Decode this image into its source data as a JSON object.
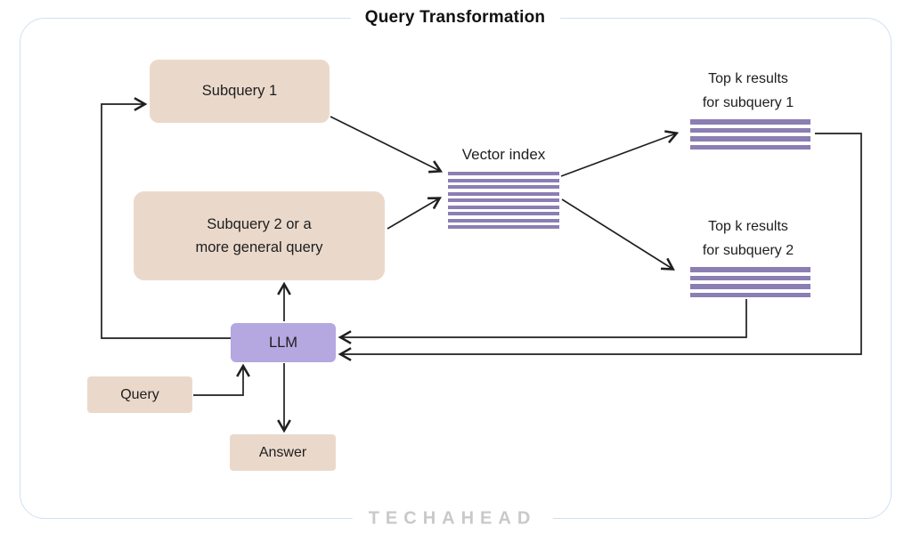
{
  "title": "Query Transformation",
  "watermark": "TECHAHEAD",
  "colors": {
    "box_beige": "#EAD9CB",
    "box_purple": "#B5A7E0",
    "stripe_purple": "#8B7EB3",
    "border_blue": "#CFE0F3",
    "line": "#1F1F1F",
    "watermark_gray": "#C9C9C9",
    "title_text": "#111111",
    "node_text": "#1D1D1F"
  },
  "nodes": {
    "subquery1": {
      "label": "Subquery 1"
    },
    "subquery2": {
      "label_line1": "Subquery 2 or a",
      "label_line2": "more general query"
    },
    "vector_index": {
      "label": "Vector index",
      "stripes": 9
    },
    "topk1": {
      "label_line1": "Top k results",
      "label_line2": "for subquery 1",
      "stripes": 4
    },
    "topk2": {
      "label_line1": "Top k results",
      "label_line2": "for subquery 2",
      "stripes": 4
    },
    "llm": {
      "label": "LLM"
    },
    "query": {
      "label": "Query"
    },
    "answer": {
      "label": "Answer"
    }
  },
  "edges": [
    {
      "from": "llm",
      "to": "subquery1"
    },
    {
      "from": "llm",
      "to": "subquery2"
    },
    {
      "from": "subquery1",
      "to": "vector_index"
    },
    {
      "from": "subquery2",
      "to": "vector_index"
    },
    {
      "from": "vector_index",
      "to": "topk1"
    },
    {
      "from": "vector_index",
      "to": "topk2"
    },
    {
      "from": "topk1",
      "to": "llm"
    },
    {
      "from": "topk2",
      "to": "llm"
    },
    {
      "from": "query",
      "to": "llm"
    },
    {
      "from": "llm",
      "to": "answer"
    }
  ]
}
